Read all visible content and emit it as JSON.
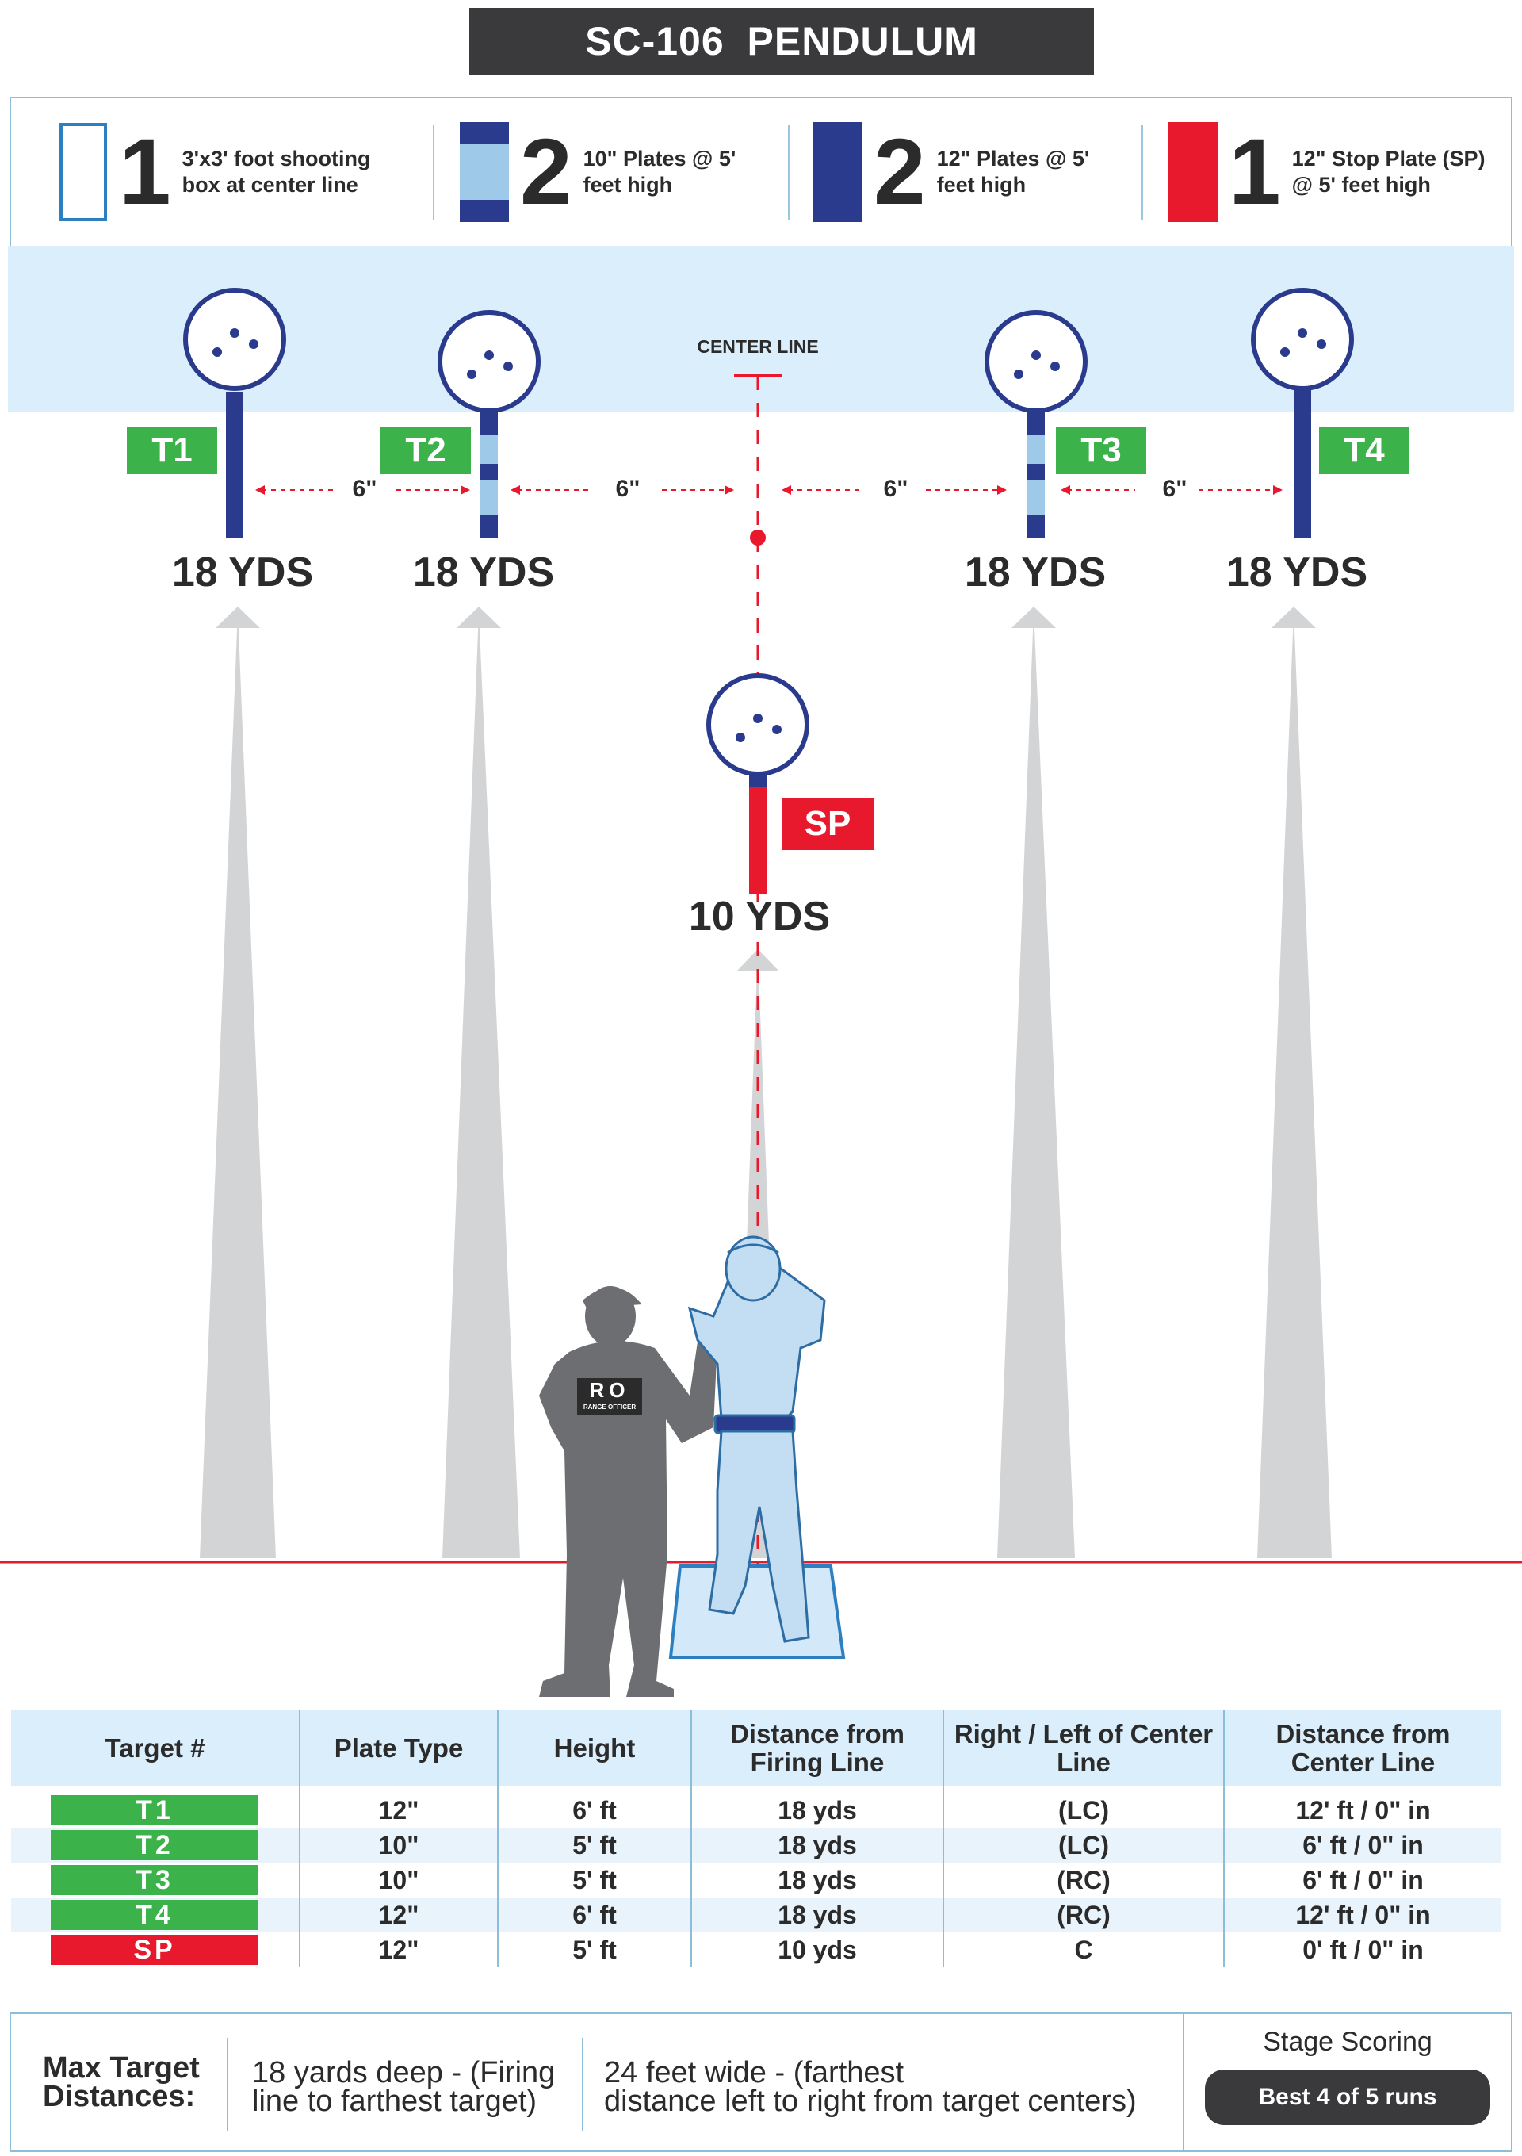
{
  "title": "SC-106   PENDULUM",
  "legend": [
    {
      "count": "1",
      "text": [
        "3'x3' foot shooting",
        "box at center line"
      ]
    },
    {
      "count": "2",
      "text": [
        "10\" Plates @ 5'",
        "feet high"
      ]
    },
    {
      "count": "2",
      "text": [
        "12\" Plates @ 5'",
        "feet high"
      ]
    },
    {
      "count": "1",
      "text": [
        "12\" Stop Plate (SP)",
        "@ 5' feet high"
      ]
    }
  ],
  "field": {
    "center_line_label": "CENTER LINE",
    "targets": [
      {
        "label": "T1",
        "distance": "18 YDS"
      },
      {
        "label": "T2",
        "distance": "18 YDS"
      },
      {
        "label": "T3",
        "distance": "18 YDS"
      },
      {
        "label": "T4",
        "distance": "18 YDS"
      },
      {
        "label": "SP",
        "distance": "10 YDS"
      }
    ],
    "spacings": [
      "6\"",
      "6\"",
      "6\"",
      "6\""
    ],
    "ro_badge": "RO",
    "ro_badge_sub": "RANGE OFFICER"
  },
  "table": {
    "headers": [
      "Target #",
      "Plate Type",
      "Height",
      "Distance from Firing Line",
      "Right / Left of Center Line",
      "Distance from Center Line"
    ],
    "rows": [
      {
        "target": "T1",
        "plate": "12\"",
        "height": "6' ft",
        "distance": "18 yds",
        "side": "(LC)",
        "center_dist": "12' ft / 0\" in"
      },
      {
        "target": "T2",
        "plate": "10\"",
        "height": "5' ft",
        "distance": "18 yds",
        "side": "(LC)",
        "center_dist": "6' ft / 0\" in"
      },
      {
        "target": "T3",
        "plate": "10\"",
        "height": "5' ft",
        "distance": "18 yds",
        "side": "(RC)",
        "center_dist": "6' ft / 0\" in"
      },
      {
        "target": "T4",
        "plate": "12\"",
        "height": "6' ft",
        "distance": "18 yds",
        "side": "(RC)",
        "center_dist": "12' ft / 0\" in"
      },
      {
        "target": "SP",
        "plate": "12\"",
        "height": "5' ft",
        "distance": "10 yds",
        "side": "C",
        "center_dist": "0' ft / 0\" in"
      }
    ]
  },
  "footer": {
    "max_label": [
      "Max Target",
      "Distances:"
    ],
    "deep": [
      "18 yards deep - (Firing",
      "line to farthest target)"
    ],
    "wide": [
      "24 feet wide - (farthest",
      "distance left to right from target centers)"
    ],
    "scoring_title": "Stage Scoring",
    "scoring_value": "Best 4 of 5 runs"
  },
  "colors": {
    "green": "#3cb24a",
    "red": "#e8192c",
    "navy": "#2a3a8c",
    "light_blue": "#9fc9e8",
    "sky": "#dbeefb",
    "dark": "#3a3a3c"
  }
}
